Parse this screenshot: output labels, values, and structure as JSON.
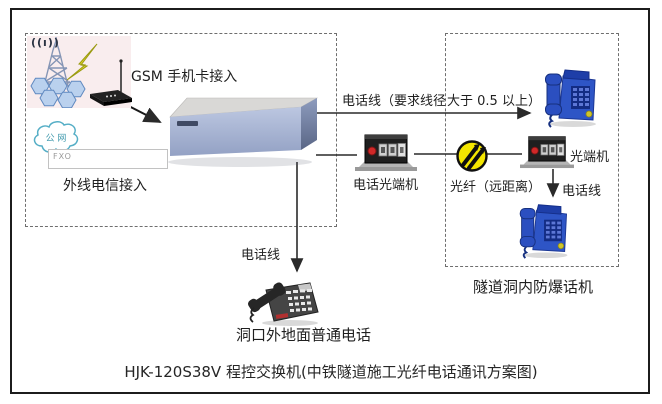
{
  "caption": "HJK-120S38V 程控交换机(中铁隧道施工光纤电话通讯方案图)",
  "left_box": {
    "signal_glyph": "((ı))",
    "gsm_label": "GSM 手机卡接入",
    "cloud_label": "公 网",
    "fxo_label": "FXO",
    "telecom_label": "外线电信接入"
  },
  "connections": {
    "phone_line_spec_left": "电话线（要求线径",
    "phone_line_spec_right": "大于 0.5 以上）",
    "optical_modem_left": "电话光端机",
    "fiber": "光纤（远距离）",
    "optical_modem_right": "光端机",
    "phone_line_right": "电话线",
    "phone_line_down": "电话线"
  },
  "right_box": {
    "label": "隧道洞内防爆话机"
  },
  "ground_phone_label": "洞口外地面普通电话",
  "icons": {
    "cell-tower-icon": "lattice radio tower with honeycomb cells",
    "lightning-icon": "yellow lightning bolt",
    "gsm-modem-icon": "black gsm modem with antenna",
    "cloud-icon": "public network cloud",
    "pbx-icon": "3d switch cabinet box",
    "optical-transceiver-icon": "black media converter with red led",
    "fiber-symbol-icon": "yellow circle with black diagonal stripes",
    "blue-phone-icon": "blue explosion-proof telephone",
    "black-phone-icon": "black desk telephone"
  },
  "colors": {
    "pbx_front": "#a9b6d6",
    "pbx_top": "#d9d8d6",
    "fiber_yellow": "#f4e600",
    "phone_blue": "#2e55c6",
    "line": "#2a2a2a",
    "dash_border": "#6e6e6e"
  }
}
